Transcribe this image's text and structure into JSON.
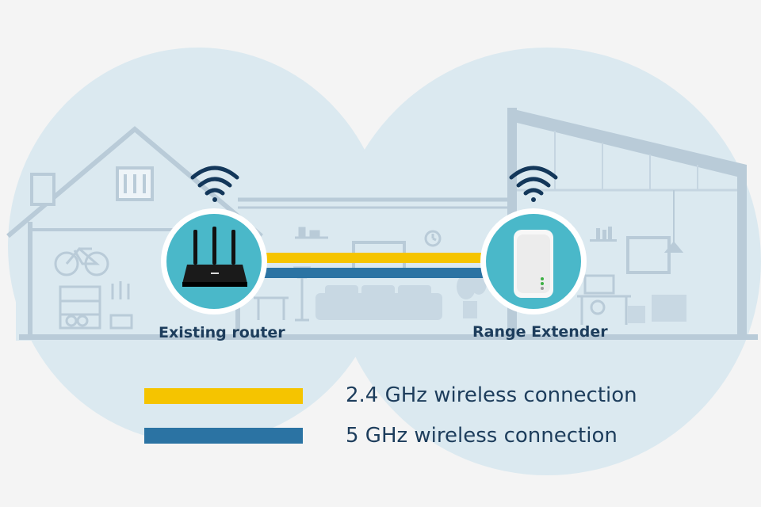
{
  "devices": {
    "router": {
      "label": "Existing router"
    },
    "extender": {
      "label": "Range Extender"
    }
  },
  "legend": [
    {
      "label": "2.4 GHz wireless connection",
      "color": "#f5c400"
    },
    {
      "label": "5 GHz wireless connection",
      "color": "#2b73a3"
    }
  ],
  "colors": {
    "background": "#f4f4f4",
    "bubble": "#dbe9f0",
    "house_outline": "#b9cbd8",
    "device_circle": "#4ab8c9",
    "wifi_icon": "#13375a",
    "text": "#1d3d5c"
  },
  "icons": [
    "wifi-icon",
    "router-icon",
    "extender-icon",
    "bicycle-icon",
    "tools-icon",
    "clock-icon",
    "lamp-icon",
    "sofa-icon",
    "plant-icon",
    "desk-icon"
  ]
}
